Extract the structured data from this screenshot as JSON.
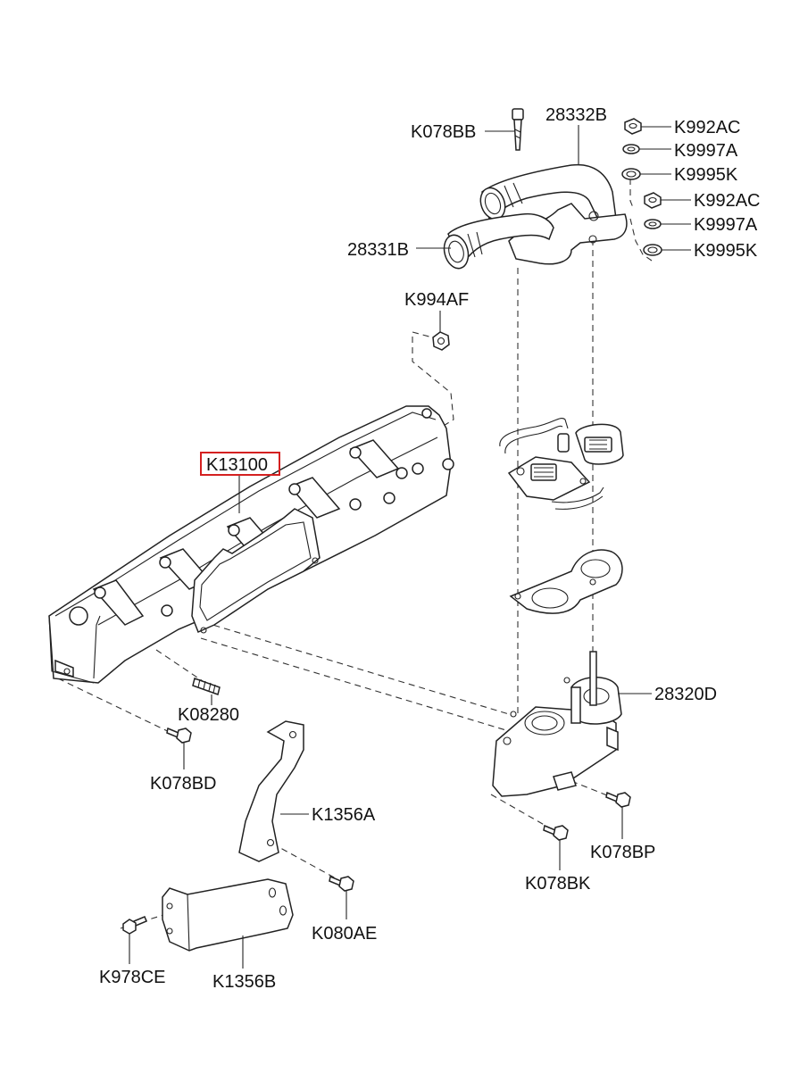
{
  "diagram": {
    "highlight_color": "#d42020",
    "line_color": "#222222",
    "labels": {
      "K078BB": "K078BB",
      "28332B": "28332B",
      "K992AC_1": "K992AC",
      "K9997A_1": "K9997A",
      "K9995K_1": "K9995K",
      "K992AC_2": "K992AC",
      "K9997A_2": "K9997A",
      "K9995K_2": "K9995K",
      "28331B": "28331B",
      "K994AF": "K994AF",
      "K13100": "K13100",
      "K08280": "K08280",
      "K078BD": "K078BD",
      "28320D": "28320D",
      "K1356A": "K1356A",
      "K078BP": "K078BP",
      "K078BK": "K078BK",
      "K080AE": "K080AE",
      "K978CE": "K978CE",
      "K1356B": "K1356B"
    },
    "highlighted_part": "K13100"
  }
}
